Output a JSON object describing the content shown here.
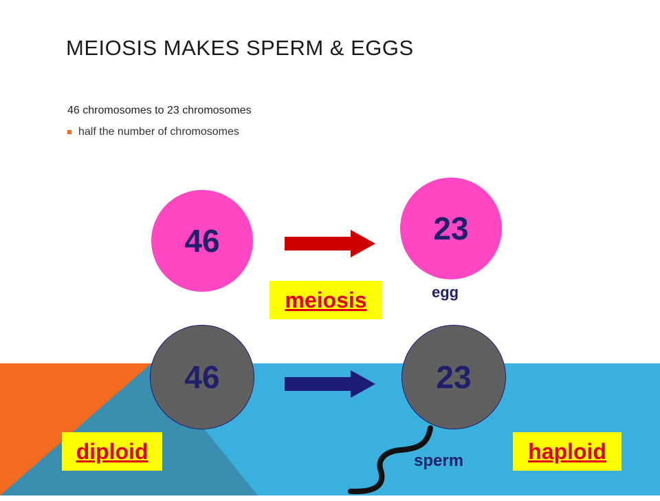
{
  "slide": {
    "title": "Meiosis makes sperm & eggs",
    "subtitle": "46 chromosomes to 23 chromosomes",
    "bullet": "half the number of chromosomes"
  },
  "diagram": {
    "top_left_count": "46",
    "top_right_count": "23",
    "bottom_left_count": "46",
    "bottom_right_count": "23",
    "egg_label": "egg",
    "sperm_label": "sperm",
    "meiosis_label": "meiosis",
    "diploid_label": "diploid",
    "haploid_label": "haploid"
  },
  "colors": {
    "pink_cell": "#ff46c3",
    "gray_cell": "#606060",
    "arrow_red": "#cc0000",
    "arrow_navy": "#1b1b78",
    "highlight_box": "#ffff00",
    "label_red": "#e0001b",
    "bg_blue": "#3ab0de",
    "bg_orange": "#f26b21",
    "bg_teal": "#3a8fb0"
  }
}
